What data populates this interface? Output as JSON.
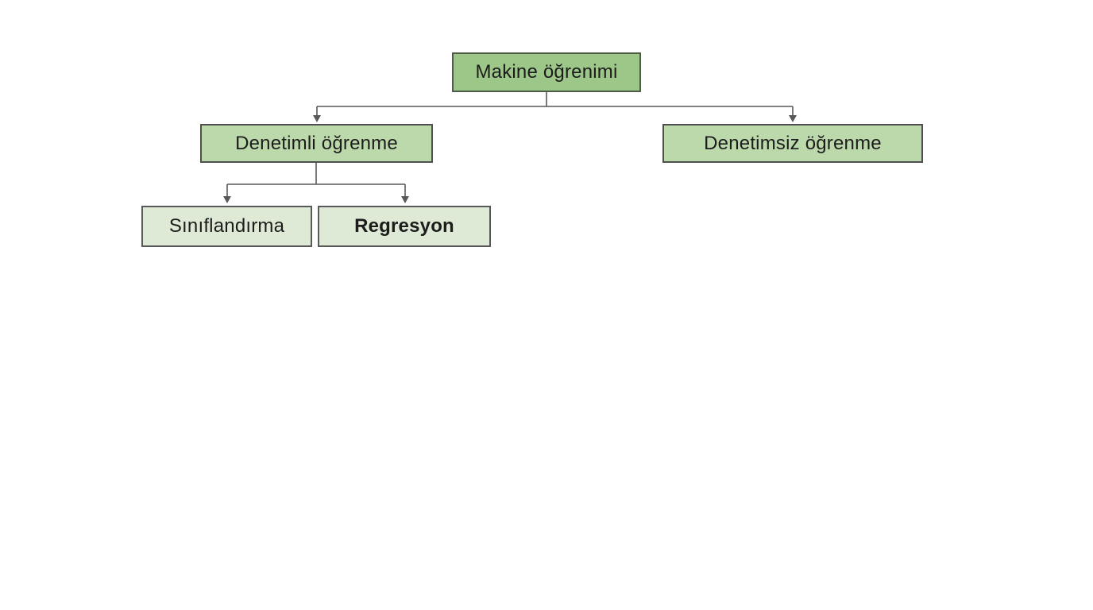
{
  "diagram": {
    "type": "tree",
    "language": "tr",
    "nodes": {
      "root": {
        "label": "Makine öğrenimi",
        "level": 1
      },
      "supervised": {
        "label": "Denetimli öğrenme",
        "level": 2
      },
      "unsupervised": {
        "label": "Denetimsiz öğrenme",
        "level": 2
      },
      "classification": {
        "label": "Sınıflandırma",
        "level": 3
      },
      "regression": {
        "label": "Regresyon",
        "level": 3,
        "bold": true
      }
    },
    "edges": [
      {
        "from": "root",
        "to": "supervised"
      },
      {
        "from": "root",
        "to": "unsupervised"
      },
      {
        "from": "supervised",
        "to": "classification"
      },
      {
        "from": "supervised",
        "to": "regression"
      }
    ]
  },
  "colors": {
    "background": "#ffffff",
    "text": "#1c1c1c",
    "level1_fill": "#9dc789",
    "level1_border": "#4e5b45",
    "level2_fill": "#bcd9ab",
    "level2_border": "#4f4f4f",
    "level3_fill": "#dfead6",
    "level3_border": "#595959",
    "connector": "#595959"
  }
}
